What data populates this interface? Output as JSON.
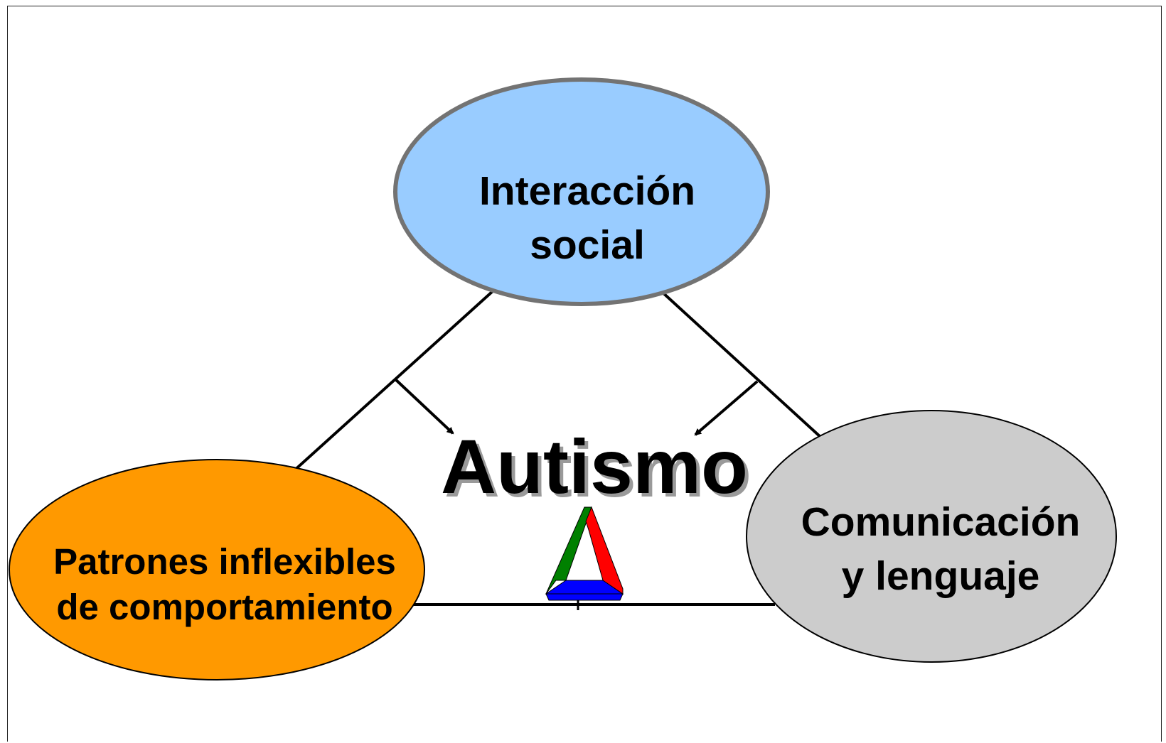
{
  "diagram": {
    "center_title": "Autismo",
    "nodes": {
      "top": {
        "line1": "Interacción",
        "line2": "social",
        "fill": "#99ccff",
        "stroke": "#737373"
      },
      "left": {
        "line1": "Patrones inflexibles",
        "line2": "de comportamiento",
        "fill": "#ff9900",
        "stroke": "#000000"
      },
      "right": {
        "line1": "Comunicación",
        "line2": "y lenguaje",
        "fill": "#cccccc",
        "stroke": "#000000"
      }
    },
    "logo": {
      "icon": "penrose-triangle-icon",
      "colors": [
        "#ff0000",
        "#008000",
        "#0000ff"
      ]
    }
  }
}
